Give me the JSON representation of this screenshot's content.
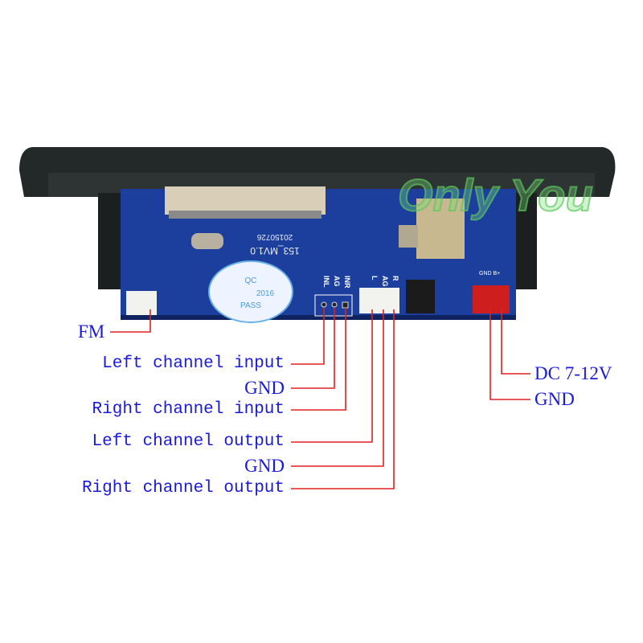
{
  "watermark": "Only You",
  "board": {
    "version_text": "153_MV1.0",
    "date_text": "20150726",
    "qc_sticker": {
      "top": "QC",
      "year": "2016",
      "bottom": "PASS"
    },
    "pin_labels": {
      "input": [
        "INR",
        "AG",
        "INL"
      ],
      "output": [
        "R",
        "AG",
        "L"
      ],
      "power": "GND B+"
    }
  },
  "labels": {
    "fm": "FM",
    "left_in": "Left channel input",
    "gnd_in": "GND",
    "right_in": "Right channel input",
    "left_out": "Left channel output",
    "gnd_out": "GND",
    "right_out": "Right channel output",
    "dc": "DC 7-12V",
    "gnd_power": "GND"
  },
  "colors": {
    "label": "#1a1ad8",
    "leader": "#e02020",
    "pcb": "#1c3f9e",
    "bezel": "#1e2222"
  }
}
